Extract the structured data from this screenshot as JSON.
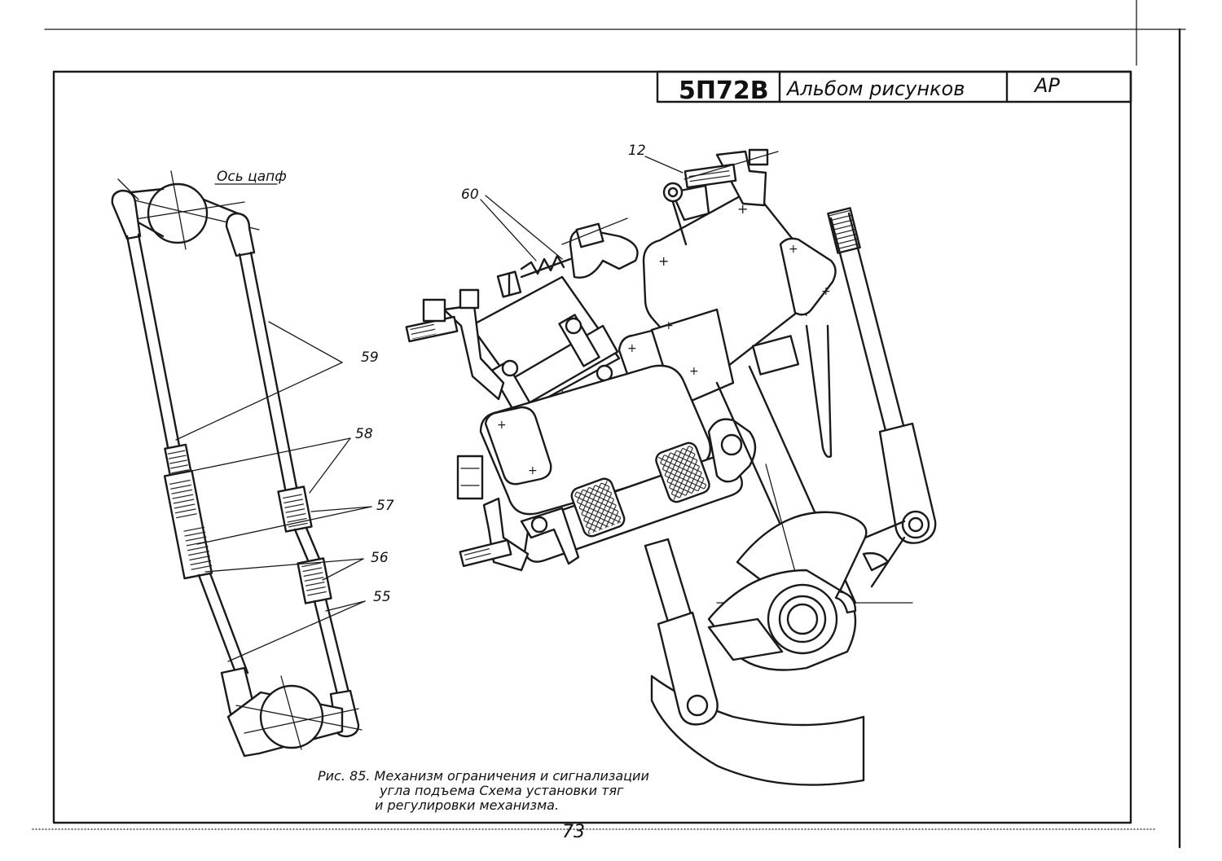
{
  "title_block": {
    "code": "5П72В",
    "title": "Альбом рисунков",
    "abbr": "АР"
  },
  "annotations": {
    "axis_label": "Ось цапф"
  },
  "callouts": {
    "c12": "12",
    "c60": "60",
    "c59": "59",
    "c58": "58",
    "c57": "57",
    "c56": "56",
    "c55": "55"
  },
  "caption": {
    "line1": "Рис. 85. Механизм ограничения и сигнализации",
    "line2": "угла подъема Схема установки тяг",
    "line3": "и регулировки механизма."
  },
  "page_number": "73"
}
